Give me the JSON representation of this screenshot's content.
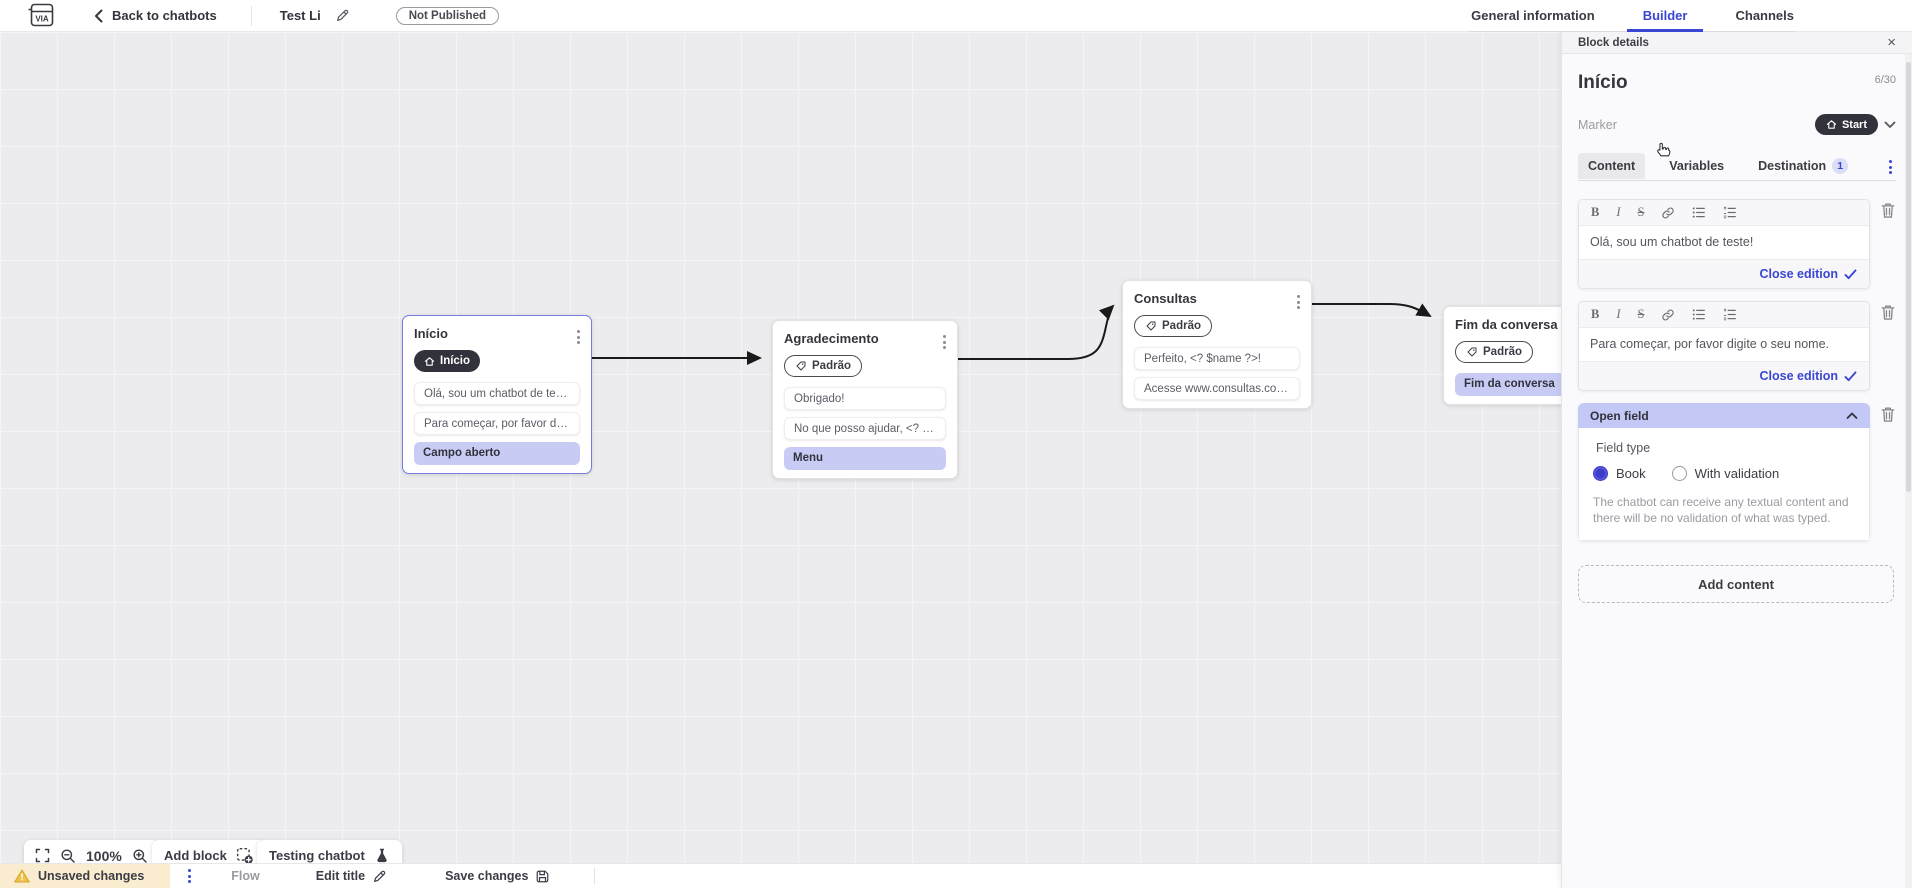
{
  "topbar": {
    "logo_text": "VIA",
    "back_label": "Back to chatbots",
    "title": "Test Li",
    "status_badge": "Not Published",
    "tabs": [
      {
        "label": "General information",
        "active": false
      },
      {
        "label": "Builder",
        "active": true
      },
      {
        "label": "Channels",
        "active": false
      }
    ]
  },
  "panel": {
    "header": "Block details",
    "block_name": "Início",
    "char_count": "6/30",
    "marker_label": "Marker",
    "marker_value": "Start",
    "tabs": [
      {
        "label": "Content",
        "active": true
      },
      {
        "label": "Variables",
        "active": false
      },
      {
        "label": "Destination",
        "active": false,
        "badge": "1"
      }
    ],
    "editors": [
      {
        "text": "Olá, sou um chatbot de teste!",
        "close_label": "Close edition"
      },
      {
        "text": "Para começar, por favor digite o seu nome.",
        "close_label": "Close edition"
      }
    ],
    "open_field": {
      "title": "Open field",
      "field_type_label": "Field type",
      "options": [
        {
          "label": "Book",
          "selected": true
        },
        {
          "label": "With validation",
          "selected": false
        }
      ],
      "description": "The chatbot can receive any textual content and there will be no validation of what was typed."
    },
    "add_content_label": "Add content"
  },
  "canvas": {
    "blocks": [
      {
        "title": "Início",
        "marker": {
          "type": "start",
          "label": "Início"
        },
        "cards": [
          {
            "type": "message",
            "text": "Olá, sou um chatbot de teste!"
          },
          {
            "type": "message",
            "text": "Para começar, por favor digite o ..."
          },
          {
            "type": "action",
            "text": "Campo aberto"
          }
        ]
      },
      {
        "title": "Agradecimento",
        "marker": {
          "type": "default",
          "label": "Padrão"
        },
        "cards": [
          {
            "type": "message",
            "text": "Obrigado!"
          },
          {
            "type": "message",
            "text": "No que posso ajudar, <? $name ..."
          },
          {
            "type": "action",
            "text": "Menu"
          }
        ]
      },
      {
        "title": "Consultas",
        "marker": {
          "type": "default",
          "label": "Padrão"
        },
        "cards": [
          {
            "type": "message",
            "text": "Perfeito, <? $name ?>!"
          },
          {
            "type": "message",
            "text": "Acesse www.consultas.com par..."
          }
        ]
      },
      {
        "title": "Fim da conversa",
        "marker": {
          "type": "default",
          "label": "Padrão"
        },
        "cards": [
          {
            "type": "action",
            "text": "Fim da conversa"
          }
        ]
      }
    ]
  },
  "toolbar": {
    "zoom_level": "100%",
    "add_block_label": "Add block",
    "testing_label": "Testing chatbot"
  },
  "statusbar": {
    "unsaved_label": "Unsaved changes",
    "flow_label": "Flow",
    "edit_title_label": "Edit title",
    "save_label": "Save changes"
  },
  "colors": {
    "accent_blue": "#3a46d3",
    "action_purple": "#c8ccf4",
    "selected_border": "#767ce0",
    "dark_pill": "#32323c",
    "warning_bg": "#faeccf",
    "canvas_bg": "#ececee"
  }
}
